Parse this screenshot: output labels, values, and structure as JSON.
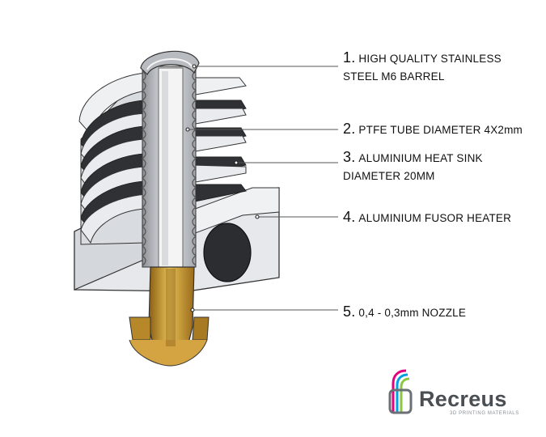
{
  "callouts": [
    {
      "number": "1.",
      "line1": "HIGH QUALITY STAINLESS",
      "line2": "STEEL M6 BARREL"
    },
    {
      "number": "2.",
      "line1": "PTFE TUBE  DIAMETER 4X2mm",
      "line2": ""
    },
    {
      "number": "3.",
      "line1": "ALUMINIUM HEAT SINK",
      "line2": "DIAMETER 20MM"
    },
    {
      "number": "4.",
      "line1": "ALUMINIUM FUSOR HEATER",
      "line2": ""
    },
    {
      "number": "5.",
      "line1": "0,4 - 0,3mm  NOZZLE",
      "line2": ""
    }
  ],
  "logo": {
    "wordmark": "Recreus",
    "tagline": "3D PRINTING MATERIALS",
    "colors": [
      "#e6007e",
      "#00a0e3",
      "#8dc63f"
    ]
  },
  "colors": {
    "aluminium": "#e4e6ea",
    "aluminium_shadow": "#9ea2a8",
    "steel": "#c9ccd0",
    "ptfe": "#f4f4f4",
    "brass": "#c99a2e",
    "leader_line": "#444444"
  }
}
